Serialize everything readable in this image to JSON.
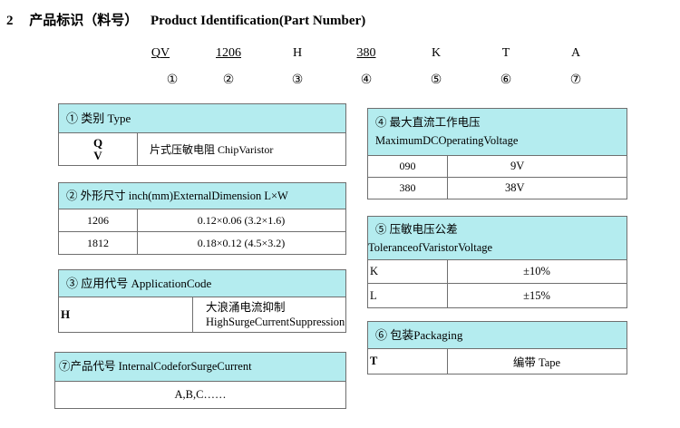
{
  "heading": {
    "number": "2",
    "cn": "产品标识（料号）",
    "en": "Product Identification(Part Number)"
  },
  "part_number": {
    "codes": [
      "QV",
      "1206",
      "H",
      "380",
      "K",
      "T",
      "A"
    ],
    "markers": [
      "①",
      "②",
      "③",
      "④",
      "⑤",
      "⑥",
      "⑦"
    ]
  },
  "type_table": {
    "header": "① 类别 Type",
    "code_line1": "Q",
    "code_line2": "V",
    "desc": "片式压敏电阻 ChipVaristor"
  },
  "dimension_table": {
    "header": "② 外形尺寸 inch(mm)ExternalDimension  L×W",
    "rows": [
      {
        "code": "1206",
        "value": "0.12×0.06 (3.2×1.6)"
      },
      {
        "code": "1812",
        "value": "0.18×0.12 (4.5×3.2)"
      }
    ]
  },
  "application_table": {
    "header": "③ 应用代号 ApplicationCode",
    "code": "H",
    "desc_cn": "大浪涌电流抑制",
    "desc_en": "HighSurgeCurrentSuppression"
  },
  "internal_table": {
    "header": "⑦产品代号 InternalCodeforSurgeCurrent",
    "value": "A,B,C……"
  },
  "voltage_table": {
    "header_line1": "④ 最大直流工作电压",
    "header_line2": "MaximumDCOperatingVoltage",
    "rows": [
      {
        "code": "090",
        "value": "9V"
      },
      {
        "code": "380",
        "value": "38V"
      }
    ]
  },
  "tolerance_table": {
    "header_line1": "⑤ 压敏电压公差",
    "header_line2": "ToleranceofVaristorVoltage",
    "rows": [
      {
        "code": "K",
        "value": "±10%"
      },
      {
        "code": "L",
        "value": "±15%"
      }
    ]
  },
  "packaging_table": {
    "header": "⑥ 包装Packaging",
    "code": "T",
    "value": "编带 Tape"
  },
  "colors": {
    "header_bg": "#b4ecef",
    "border": "#6f6f6f"
  }
}
